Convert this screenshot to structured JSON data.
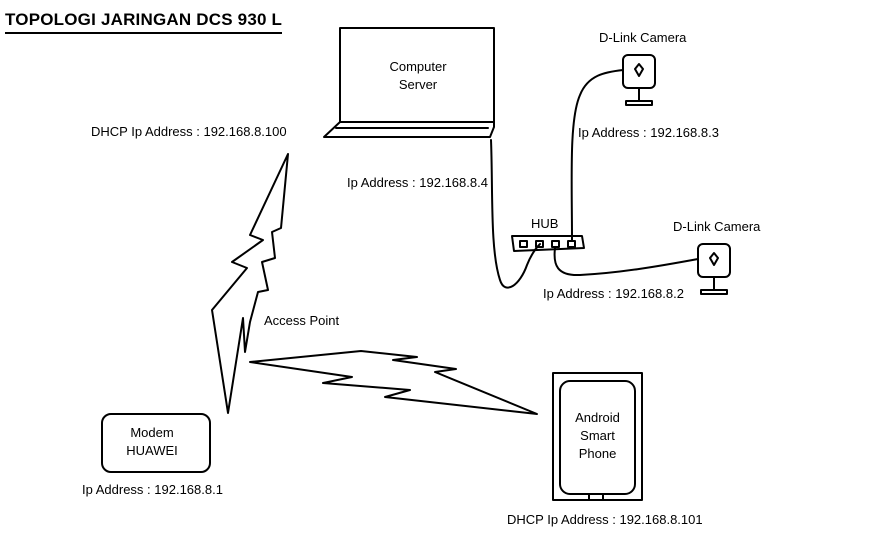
{
  "title": "TOPOLOGI JARINGAN DCS 930 L",
  "server": {
    "line1": "Computer",
    "line2": "Server",
    "ip": "Ip Address : 192.168.8.4"
  },
  "camera_top": {
    "label": "D-Link Camera",
    "ip": "Ip Address : 192.168.8.3"
  },
  "camera_right": {
    "label": "D-Link Camera",
    "ip": "Ip Address : 192.168.8.2"
  },
  "hub": {
    "label": "HUB"
  },
  "access_point": {
    "label": "Access Point",
    "dhcp_ip": "DHCP Ip Address : 192.168.8.100"
  },
  "modem": {
    "line1": "Modem",
    "line2": "HUAWEI",
    "ip": "Ip Address : 192.168.8.1"
  },
  "phone": {
    "line1": "Android",
    "line2": "Smart",
    "line3": "Phone",
    "ip": "DHCP Ip Address : 192.168.8.101"
  }
}
